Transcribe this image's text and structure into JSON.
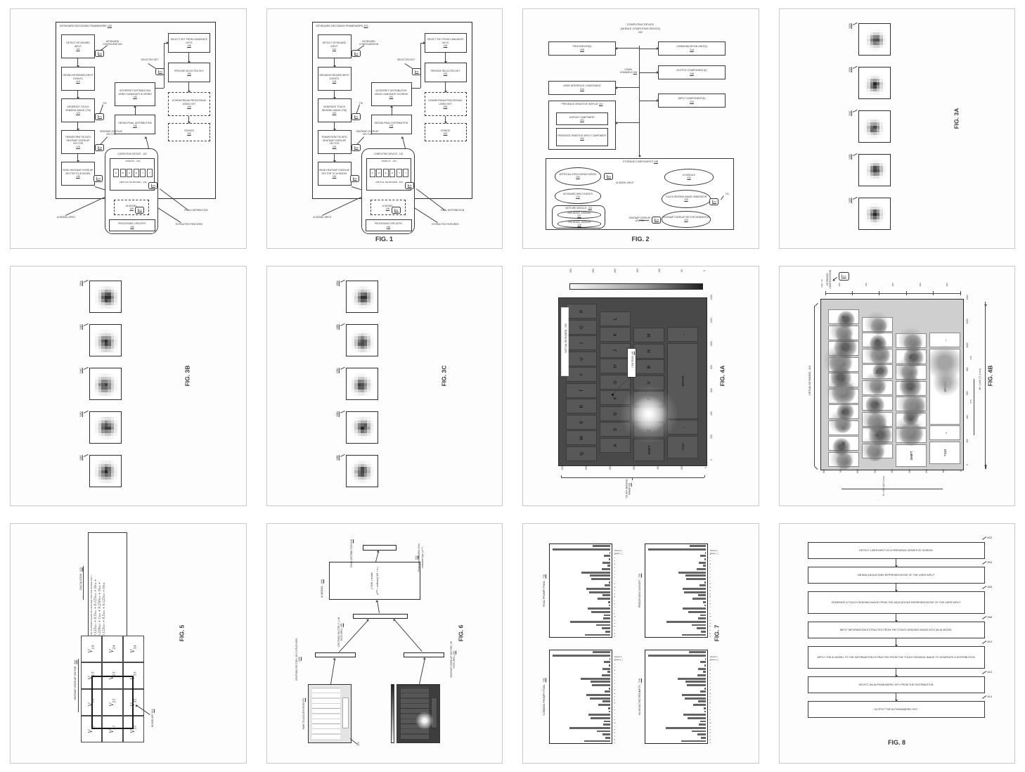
{
  "canvas": {
    "background": "#ffffff",
    "page_background": "#fdfdfd",
    "page_border": "#c9c9c9",
    "ink": "#3a3a3a"
  },
  "pages": [
    {
      "figure": "front"
    },
    {
      "figure": "fig1"
    },
    {
      "figure": "fig2"
    },
    {
      "figure": "fig3a"
    },
    {
      "figure": "fig3b"
    },
    {
      "figure": "fig3c"
    },
    {
      "figure": "fig4a"
    },
    {
      "figure": "fig4b"
    },
    {
      "figure": "fig5"
    },
    {
      "figure": "fig6"
    },
    {
      "figure": "fig7"
    },
    {
      "figure": "fig8"
    }
  ],
  "framework": {
    "title": "KEYBOARD DECODING FRAMEWORK",
    "front_num": "108",
    "fig1_num": "103",
    "fig1_caption": "FIG. 1",
    "left_boxes": [
      {
        "t": "DETECT KEYBOARD INPUT",
        "n": "111"
      },
      {
        "t": "OBTAIN KEYBOARD INPUT EVENTS",
        "n": "115"
      },
      {
        "t": "GENERATE TOUCH SENSING IMAGE (TSI)",
        "n": "120"
      },
      {
        "t": "TRANSFORM TSI INTO HEATMAP OVERLAP VECTOR",
        "n": "125"
      },
      {
        "t": "SEND HEATMAP OVERLAP VECTOR TO AI MODEL",
        "n": "130"
      }
    ],
    "mid_boxes": [
      {
        "t": "INTERPRET DISTRIBUTION USING CANDIDATE SCORING",
        "n": "140"
      },
      {
        "t": "OBTAIN FINAL DISTRIBUTION",
        "n": "135"
      }
    ],
    "right_boxes": [
      {
        "t": "SELECT KEY FROM CANDIDATE KEYS",
        "n": "145"
      },
      {
        "t": "PROVIDE SELECTED KEY",
        "n": "150"
      },
      {
        "t": "DOWNSTREAM PROCESSING USING KEY",
        "n": "155",
        "dashed": true
      },
      {
        "t": "ITERATE",
        "n": "160",
        "dashed": true
      }
    ],
    "cylinders": {
      "detect": "114",
      "tsi": "121",
      "hov": "126",
      "send": "131",
      "provide": "151",
      "phone": "136",
      "ai": "191"
    },
    "ann": {
      "kc": "KEYBOARD CONFIGURATION",
      "sk": "SELECTED KEY",
      "tsi": "TSI",
      "hov": "HEATMAP OVERLAP VECTOR",
      "ami": "AI MODEL INPUT",
      "fd": "FINAL DISTRIBUTION",
      "ef": "EXTRACTED FEATURES"
    },
    "phone": {
      "device": "COMPUTING DEVICE - 102",
      "display": "DISPLAY - 104",
      "keys": [
        "Q",
        "W",
        "E",
        "R",
        "T",
        "Y"
      ],
      "keyboard": "VIRTUAL KEYBOARD - 106",
      "ai": "AI MODEL",
      "ai_n": "190",
      "proc": "PROCESSING CIRCUITRY",
      "proc_n": "189"
    }
  },
  "fig2": {
    "title1": "COMPUTING DEVICE",
    "title2": "(MOBILE COMPUTING DEVICE)",
    "num": "202",
    "left": [
      {
        "t": "PROCESSOR(S)",
        "n": "208"
      },
      {
        "t": "USER INTERFACE COMPONENT",
        "n": "210"
      }
    ],
    "psd": {
      "t": "PRESENCE-SENSITIVE DISPLAY",
      "n": "212"
    },
    "psd_inner": [
      {
        "t": "DISPLAY COMPONENT",
        "n": "202"
      },
      {
        "t": "PRESENCE-SENSITIVE INPUT COMPONENT",
        "n": "204"
      }
    ],
    "right": [
      {
        "t": "COMMUNICATION UNIT(S)",
        "n": "244"
      },
      {
        "t": "OUTPUT COMPONENT(S)",
        "n": "246"
      },
      {
        "t": "INPUT COMPONENT(S)",
        "n": "242"
      }
    ],
    "bus": "COMM. CHANNELS",
    "bus_n": "206",
    "storage": "STORAGE COMPONENTS",
    "storage_n": "248",
    "ovals_left": [
      {
        "t": "ARTIFICIAL INTELLIGENCE MODEL",
        "n": "290"
      },
      {
        "t": "KEYBOARD INPUT EVENTS",
        "n": "215"
      }
    ],
    "gesture": {
      "t": "GESTURE MODULE -",
      "n": "222"
    },
    "gesture_inner": [
      {
        "t": "SSD MODEL MODULE",
        "n": "227"
      },
      {
        "t": "TSD MODEL MODULE",
        "n": "228"
      }
    ],
    "ovals_right": [
      {
        "t": "UI MODULE",
        "n": "220"
      },
      {
        "t": "TOUCH SENSING IMAGE GENERATOR",
        "n": "229"
      },
      {
        "t": "HEATMAP OVERLAP VECTOR GENERATOR",
        "n": "230"
      }
    ],
    "ann": {
      "ami": "AI MODEL INPUT",
      "ami_cyl": "291",
      "tsi": "TSI",
      "tsi_cyl": "231",
      "hov": "HEATMAP OVERLAP VECTOR",
      "hov_cyl": "225"
    },
    "caption": "FIG. 2"
  },
  "fig3": {
    "caption_a": "FIG. 3A",
    "caption_b": "FIG. 3B",
    "caption_c": "FIG. 3C",
    "labels_a": [
      "302A",
      "302B",
      "302C",
      "302D",
      "302E"
    ],
    "labels_b": [
      "304A",
      "304B",
      "304C",
      "304D",
      "304E"
    ],
    "labels_c": [
      "306A",
      "306B",
      "306C",
      "306D",
      "306E"
    ]
  },
  "keyboard_rows": [
    [
      "Q",
      "W",
      "E",
      "R",
      "T",
      "Y",
      "U",
      "I",
      "O",
      "P"
    ],
    [
      "A",
      "S",
      "D",
      "F",
      "G",
      "H",
      "J",
      "K",
      "L"
    ],
    [
      "SHIFT",
      "Z",
      "X",
      "C",
      "V",
      "B",
      "N",
      "M"
    ],
    [
      "?123",
      ",",
      "SPACE",
      "."
    ]
  ],
  "fig4a": {
    "caption": "FIG. 4A",
    "colorbar_ticks": [
      "300",
      "250",
      "200",
      "150",
      "100",
      "50",
      "0"
    ],
    "x_ticks": [
      "1400",
      "1200",
      "1000",
      "800",
      "600",
      "400",
      "200",
      "0"
    ],
    "y_ticks": [
      "1200",
      "1000",
      "800",
      "600",
      "400",
      "200",
      "0"
    ],
    "keyboard_label": "VIRTUAL KEYBOARD - 305",
    "centroid": "CENTROID",
    "centroid_n": "405",
    "image_label": "TOUCH SENSING IMAGE",
    "image_n": "402"
  },
  "fig4b": {
    "caption": "FIG. 4B",
    "config": "KEYBOARD CONFIGURATION",
    "config_n": "414",
    "keyboard_label": "VIRTUAL KEYBOARD - 406",
    "width_dim": "W = 1440 (71.2 mm)",
    "height_dim": "H = 854 (42.4 mm)",
    "key_width_dim": "156",
    "left_dim": "128 = W",
    "inner_dims": [
      "675",
      "120"
    ],
    "x_ticks": [
      "1400",
      "1200",
      "1000",
      "800",
      "600",
      "400",
      "200",
      "0"
    ],
    "y_ticks": [
      "800",
      "700",
      "600",
      "500",
      "400",
      "300",
      "200",
      "100",
      "0"
    ]
  },
  "fig5": {
    "caption": "FIG. 5",
    "vector_label": "HEATMAP OVERLAP VECTOR -",
    "vector_n": "505",
    "boxed_key": "BOXED KEY",
    "boxed_n": "510",
    "calc_label": "CALCULATION -",
    "calc_n": "515",
    "calc_title": "THE HEATMAP OVERLAP FEATURE FOR THE BOXED KEY =",
    "calc_lines": [
      "0.125v₁₁ + 0.5v₁₂ + 0.125v₁₃ + 0v₁₄ +",
      "0.250v₂₁ + 1v₂₂ + 0.250v₂₃ + 0v₂₄ +",
      "0.125v₃₁ + 0.5v₃₂ + 0.125v₃₃ + 0v₃₄"
    ],
    "cell_prefix": "V",
    "cells": [
      [
        "11",
        "12",
        "13",
        "14"
      ],
      [
        "21",
        "22",
        "23",
        "24"
      ],
      [
        "31",
        "32",
        "33",
        "34"
      ]
    ]
  },
  "fig6": {
    "caption": "FIG. 6",
    "raw_label": "RAW TOUCH CENTROID",
    "raw_n": "670",
    "raw_ref": "675",
    "cv_label": "CENTROID VECTOR ( 28 X 2 FEATURES )",
    "cv_n": "605",
    "hov_label": "HEATMAP OVERLAP VECTOR ( 28 FEATURES )",
    "hov_n": "610",
    "comb_label": "CENTROID VECTOR ( f ) ( 84 FEATURES )",
    "comb_n": "620",
    "ai_label": "AI MODEL -",
    "ai_n": "690",
    "ai_line1": "( CNN ) model",
    "ai_line2": "pᴬᴹ = softmax( Wf + b )",
    "final_label": "FINAL DISTRIBUTION",
    "final_n": "638",
    "note": "Predicted probabilities of the candidate keys ( pᴬᴹ )",
    "note_n": "642"
  },
  "fig7": {
    "caption": "FIG. 7"
  },
  "chart_data": {
    "type": "bar",
    "title": "FIG. 7 — character frequency distributions",
    "categories": [
      "a",
      "b",
      "c",
      "d",
      "e",
      "f",
      "g",
      "h",
      "i",
      "j",
      "k",
      "l",
      "m",
      "n",
      "o",
      "p",
      "q",
      "r",
      "s",
      "t",
      "u",
      "v",
      "w",
      "x",
      "y",
      "z",
      "Space (_)",
      "Period (.)"
    ],
    "series": [
      {
        "name": "FINAL PROMPT POOL",
        "num": "710",
        "values": [
          44,
          8,
          15,
          24,
          70,
          12,
          11,
          33,
          39,
          2,
          4,
          22,
          13,
          37,
          41,
          10,
          2,
          33,
          35,
          50,
          15,
          5,
          13,
          2,
          11,
          1,
          100,
          30
        ]
      },
      {
        "name": "PROCESSED DATASET",
        "num": "720",
        "values": [
          42,
          9,
          16,
          25,
          68,
          13,
          10,
          31,
          40,
          2,
          5,
          23,
          14,
          38,
          40,
          11,
          2,
          34,
          36,
          48,
          16,
          5,
          12,
          2,
          10,
          1,
          100,
          28
        ]
      },
      {
        "name": "COMMON PROMPT POOL",
        "num": "705",
        "values": [
          45,
          8,
          14,
          23,
          71,
          12,
          11,
          34,
          38,
          2,
          4,
          21,
          13,
          36,
          42,
          10,
          2,
          32,
          34,
          51,
          15,
          5,
          14,
          2,
          11,
          1,
          100,
          31
        ]
      },
      {
        "name": "50 SELECTED PROMPTS",
        "num": "715",
        "values": [
          43,
          9,
          15,
          24,
          69,
          12,
          10,
          32,
          39,
          2,
          4,
          22,
          14,
          37,
          41,
          10,
          2,
          33,
          35,
          49,
          15,
          5,
          13,
          2,
          10,
          1,
          100,
          29
        ]
      }
    ],
    "ylim": [
      0,
      100
    ],
    "grid": false,
    "legend": "none",
    "layout_note": "charts are printed rotated 90° CCW on the patent sheet; bars extend leftward from the category axis"
  },
  "fig8": {
    "caption": "FIG. 8",
    "steps": [
      {
        "t": "DETECT USER INPUT AT A PRESENCE-SENSITIVE SCREEN",
        "n": "802"
      },
      {
        "t": "OBTAIN INDICATIONS REPRESENTATIVE OF THE USER INPUT",
        "n": "804"
      },
      {
        "t": "GENERATE A TOUCH SENSING IMAGE FROM THE INDICATIONS REPRESENTATIVE OF THE USER INPUT",
        "n": "806"
      },
      {
        "t": "INPUT INFORMATION EXTRACTED FROM THE TOUCH SENSING IMAGE INTO AN AI MODEL",
        "n": "808"
      },
      {
        "t": "APPLY THE AI MODEL TO THE INFORMATION EXTRACTED FROM THE TOUCH SENSING IMAGE TO GENERATE A DISTRIBUTION",
        "n": "810"
      },
      {
        "t": "SELECT AN ALPHANUMERIC KEY FROM THE DISTRIBUTION",
        "n": "812"
      },
      {
        "t": "OUTPUT THE ALPHANUMERIC KEY",
        "n": "814"
      }
    ]
  }
}
